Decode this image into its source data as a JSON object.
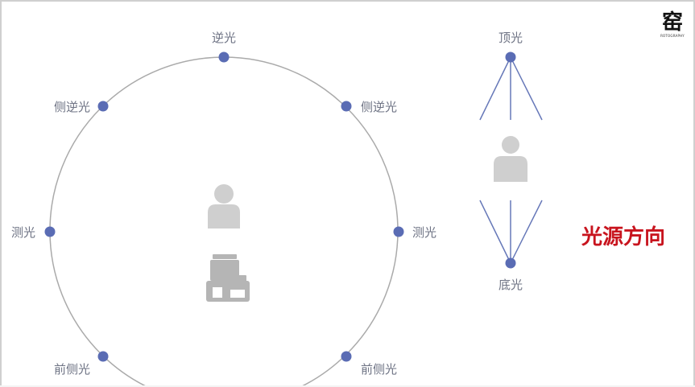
{
  "labels": {
    "backlight": "逆光",
    "side_back_left": "侧逆光",
    "side_back_right": "侧逆光",
    "side_left": "测光",
    "side_right": "测光",
    "front_side_left": "前侧光",
    "front_side_right": "前侧光",
    "top": "顶光",
    "bottom": "底光"
  },
  "title": "光源方向",
  "logo": {
    "seal": "窑",
    "caption": "ROTOGRAPHY"
  },
  "colors": {
    "dot": "#5a6cb4",
    "line": "#6678b8",
    "circle": "#aaaaaa",
    "figure": "#cfcfcf",
    "camera": "#b5b5b5",
    "title": "#c8141e"
  },
  "icons": [
    "person-icon",
    "camera-icon",
    "person-icon"
  ]
}
